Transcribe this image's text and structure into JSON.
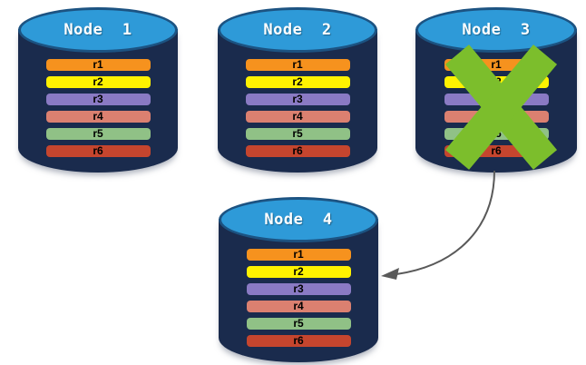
{
  "diagram": {
    "description": "Database replication diagram: four nodes each storing replica rows; Node 3 has failed and its data is recovered onto Node 4",
    "nodes": [
      {
        "title": "Node  1",
        "state": "active"
      },
      {
        "title": "Node  2",
        "state": "active"
      },
      {
        "title": "Node  3",
        "state": "failed"
      },
      {
        "title": "Node  4",
        "state": "active"
      }
    ],
    "replica_rows": [
      {
        "label": "r1",
        "color": "#F6921E"
      },
      {
        "label": "r2",
        "color": "#FFF200"
      },
      {
        "label": "r3",
        "color": "#8A7AC4"
      },
      {
        "label": "r4",
        "color": "#DB8070"
      },
      {
        "label": "r5",
        "color": "#90C186"
      },
      {
        "label": "r6",
        "color": "#C5452E"
      }
    ],
    "colors": {
      "background": "#FFFFFF",
      "cylinder_body": "#1A2B4D",
      "cylinder_top": "#2E9AD8",
      "cylinder_top_border": "#1C5382",
      "title_text": "#FFFFFF",
      "row_text": "#000000",
      "failure_x": "#7CBE2C",
      "arrow": "#595959"
    },
    "failure": {
      "node": "Node 3",
      "icon": "x-mark-icon"
    },
    "arrow_meta": {
      "from": "Node 3",
      "to": "Node 4"
    }
  }
}
